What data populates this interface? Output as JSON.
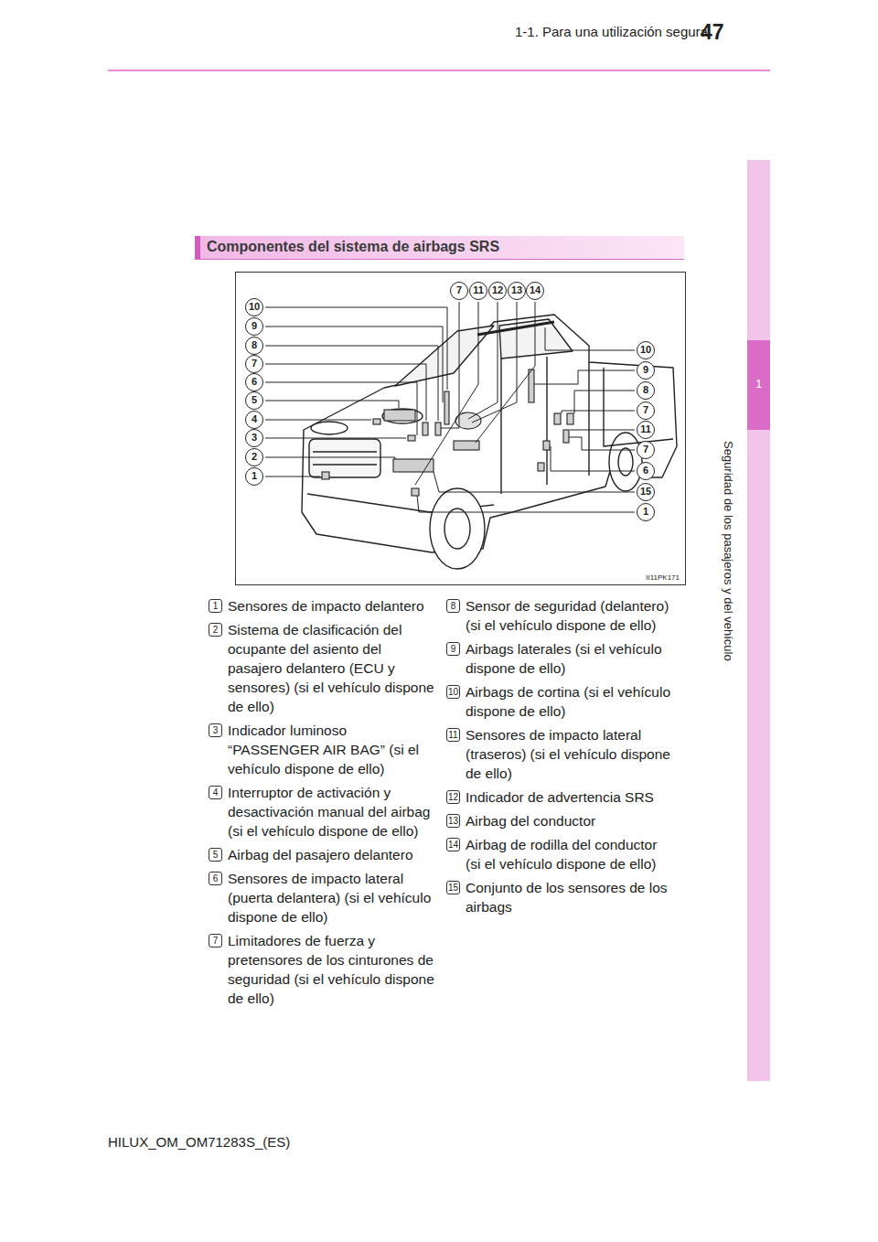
{
  "diagram": {
    "title": "Componentes del sistema de airbags SRS",
    "nodes": [
      {
        "text": [
          "II11PK171"
        ]
      }
    ],
    "labels": [
      "1-1. Para una utilización segura",
      "47",
      "1",
      "Seguridad de los pasajeros y del vehículo",
      "10",
      "9",
      "8",
      "7",
      "6",
      "5",
      "4",
      "3",
      "2",
      "1",
      "7",
      "11",
      "12",
      "13",
      "14",
      "10",
      "9",
      "8",
      "7",
      "11",
      "7",
      "6",
      "15",
      "1",
      "1",
      "Sensores de impacto delantero",
      "2",
      "Sistema de clasificación del ocupante del asiento del pasajero delantero (ECU y sensores) (si el vehículo dispone de ello)",
      "3",
      "Indicador luminoso “PASSENGER AIR BAG” (si el vehículo dispone de ello)",
      "4",
      "Interruptor de activación y desactivación manual del airbag (si el vehículo dispone de ello)",
      "5",
      "Airbag del pasajero delantero",
      "6",
      "Sensores de impacto lateral (puerta delantera) (si el vehículo dispone de ello)",
      "7",
      "Limitadores de fuerza y pretensores de los cinturones de seguridad (si el vehículo dispone de ello)",
      "8",
      "Sensor de seguridad (delantero) (si el vehículo dispone de ello)",
      "9",
      "Airbags laterales (si el vehículo dispone de ello)",
      "10",
      "Airbags de cortina (si el vehículo dispone de ello)",
      "11",
      "Sensores de impacto lateral (traseros) (si el vehículo dispone de ello)",
      "12",
      "Indicador de advertencia SRS",
      "13",
      "Airbag del conductor",
      "14",
      "Airbag de rodilla del conductor (si el vehículo dispone de ello)",
      "15",
      "Conjunto de los sensores de los airbags",
      "HILUX_OM_OM71283S_(ES)"
    ]
  }
}
